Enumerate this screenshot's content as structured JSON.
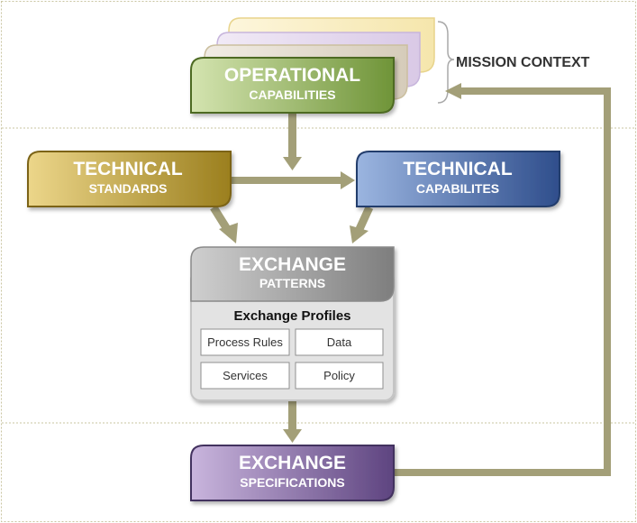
{
  "mission_context": "MISSION CONTEXT",
  "operational": {
    "title": "OPERATIONAL",
    "subtitle": "CAPABILITIES"
  },
  "technical_standards": {
    "title": "TECHNICAL",
    "subtitle": "STANDARDS"
  },
  "technical_capabilities": {
    "title": "TECHNICAL",
    "subtitle": "CAPABILITES"
  },
  "exchange_patterns": {
    "title": "EXCHANGE",
    "subtitle": "PATTERNS",
    "profiles_heading": "Exchange Profiles",
    "cells": [
      "Process Rules",
      "Data",
      "Services",
      "Policy"
    ]
  },
  "exchange_specifications": {
    "title": "EXCHANGE",
    "subtitle": "SPECIFICATIONS"
  },
  "colors": {
    "operational": "#7d9e45",
    "standards": "#b59b2e",
    "capabilities": "#3f5f9e",
    "patterns": "#8f8f8f",
    "specifications": "#6f5590",
    "arrow": "#a39f78"
  }
}
